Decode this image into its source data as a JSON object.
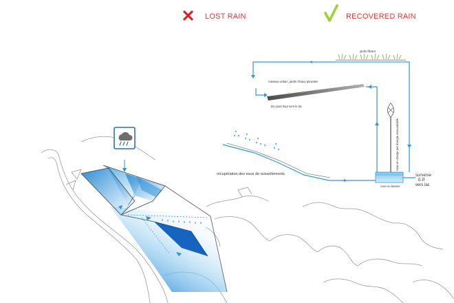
{
  "legend": {
    "lost_label": "LOST RAIN",
    "recovered_label": "RECOVERED RAIN",
    "lost_icon": "red-cross-icon",
    "recovered_icon": "green-check-icon",
    "lost_color": "#e02020",
    "recovered_color": "#9ad431",
    "text_color": "#e53535"
  },
  "labels": {
    "jardin_filtrant": "jardin filtrant",
    "ruisseau": "ruisseau urbain, jardin d'eaux pluviales",
    "point_haut": "Du point haut vers le lac",
    "recuperation": "récupération des eaux de ruissellements",
    "cuve": "cuve ou bassin",
    "mise_en_charge": "mise en charge par énergie renouvelable",
    "surverse_line1": "surverse",
    "surverse_line2": "E.P.",
    "surverse_line3": "vers lac"
  },
  "icons": {
    "rain": "rain-cloud-icon",
    "wind_turbine": "wind-turbine-icon"
  },
  "colors": {
    "water_blue": "#2d9ad6",
    "deep_blue": "#1565c0",
    "coast_gray": "#9a9a9a",
    "rain_box_blue": "#2b6fb8"
  }
}
